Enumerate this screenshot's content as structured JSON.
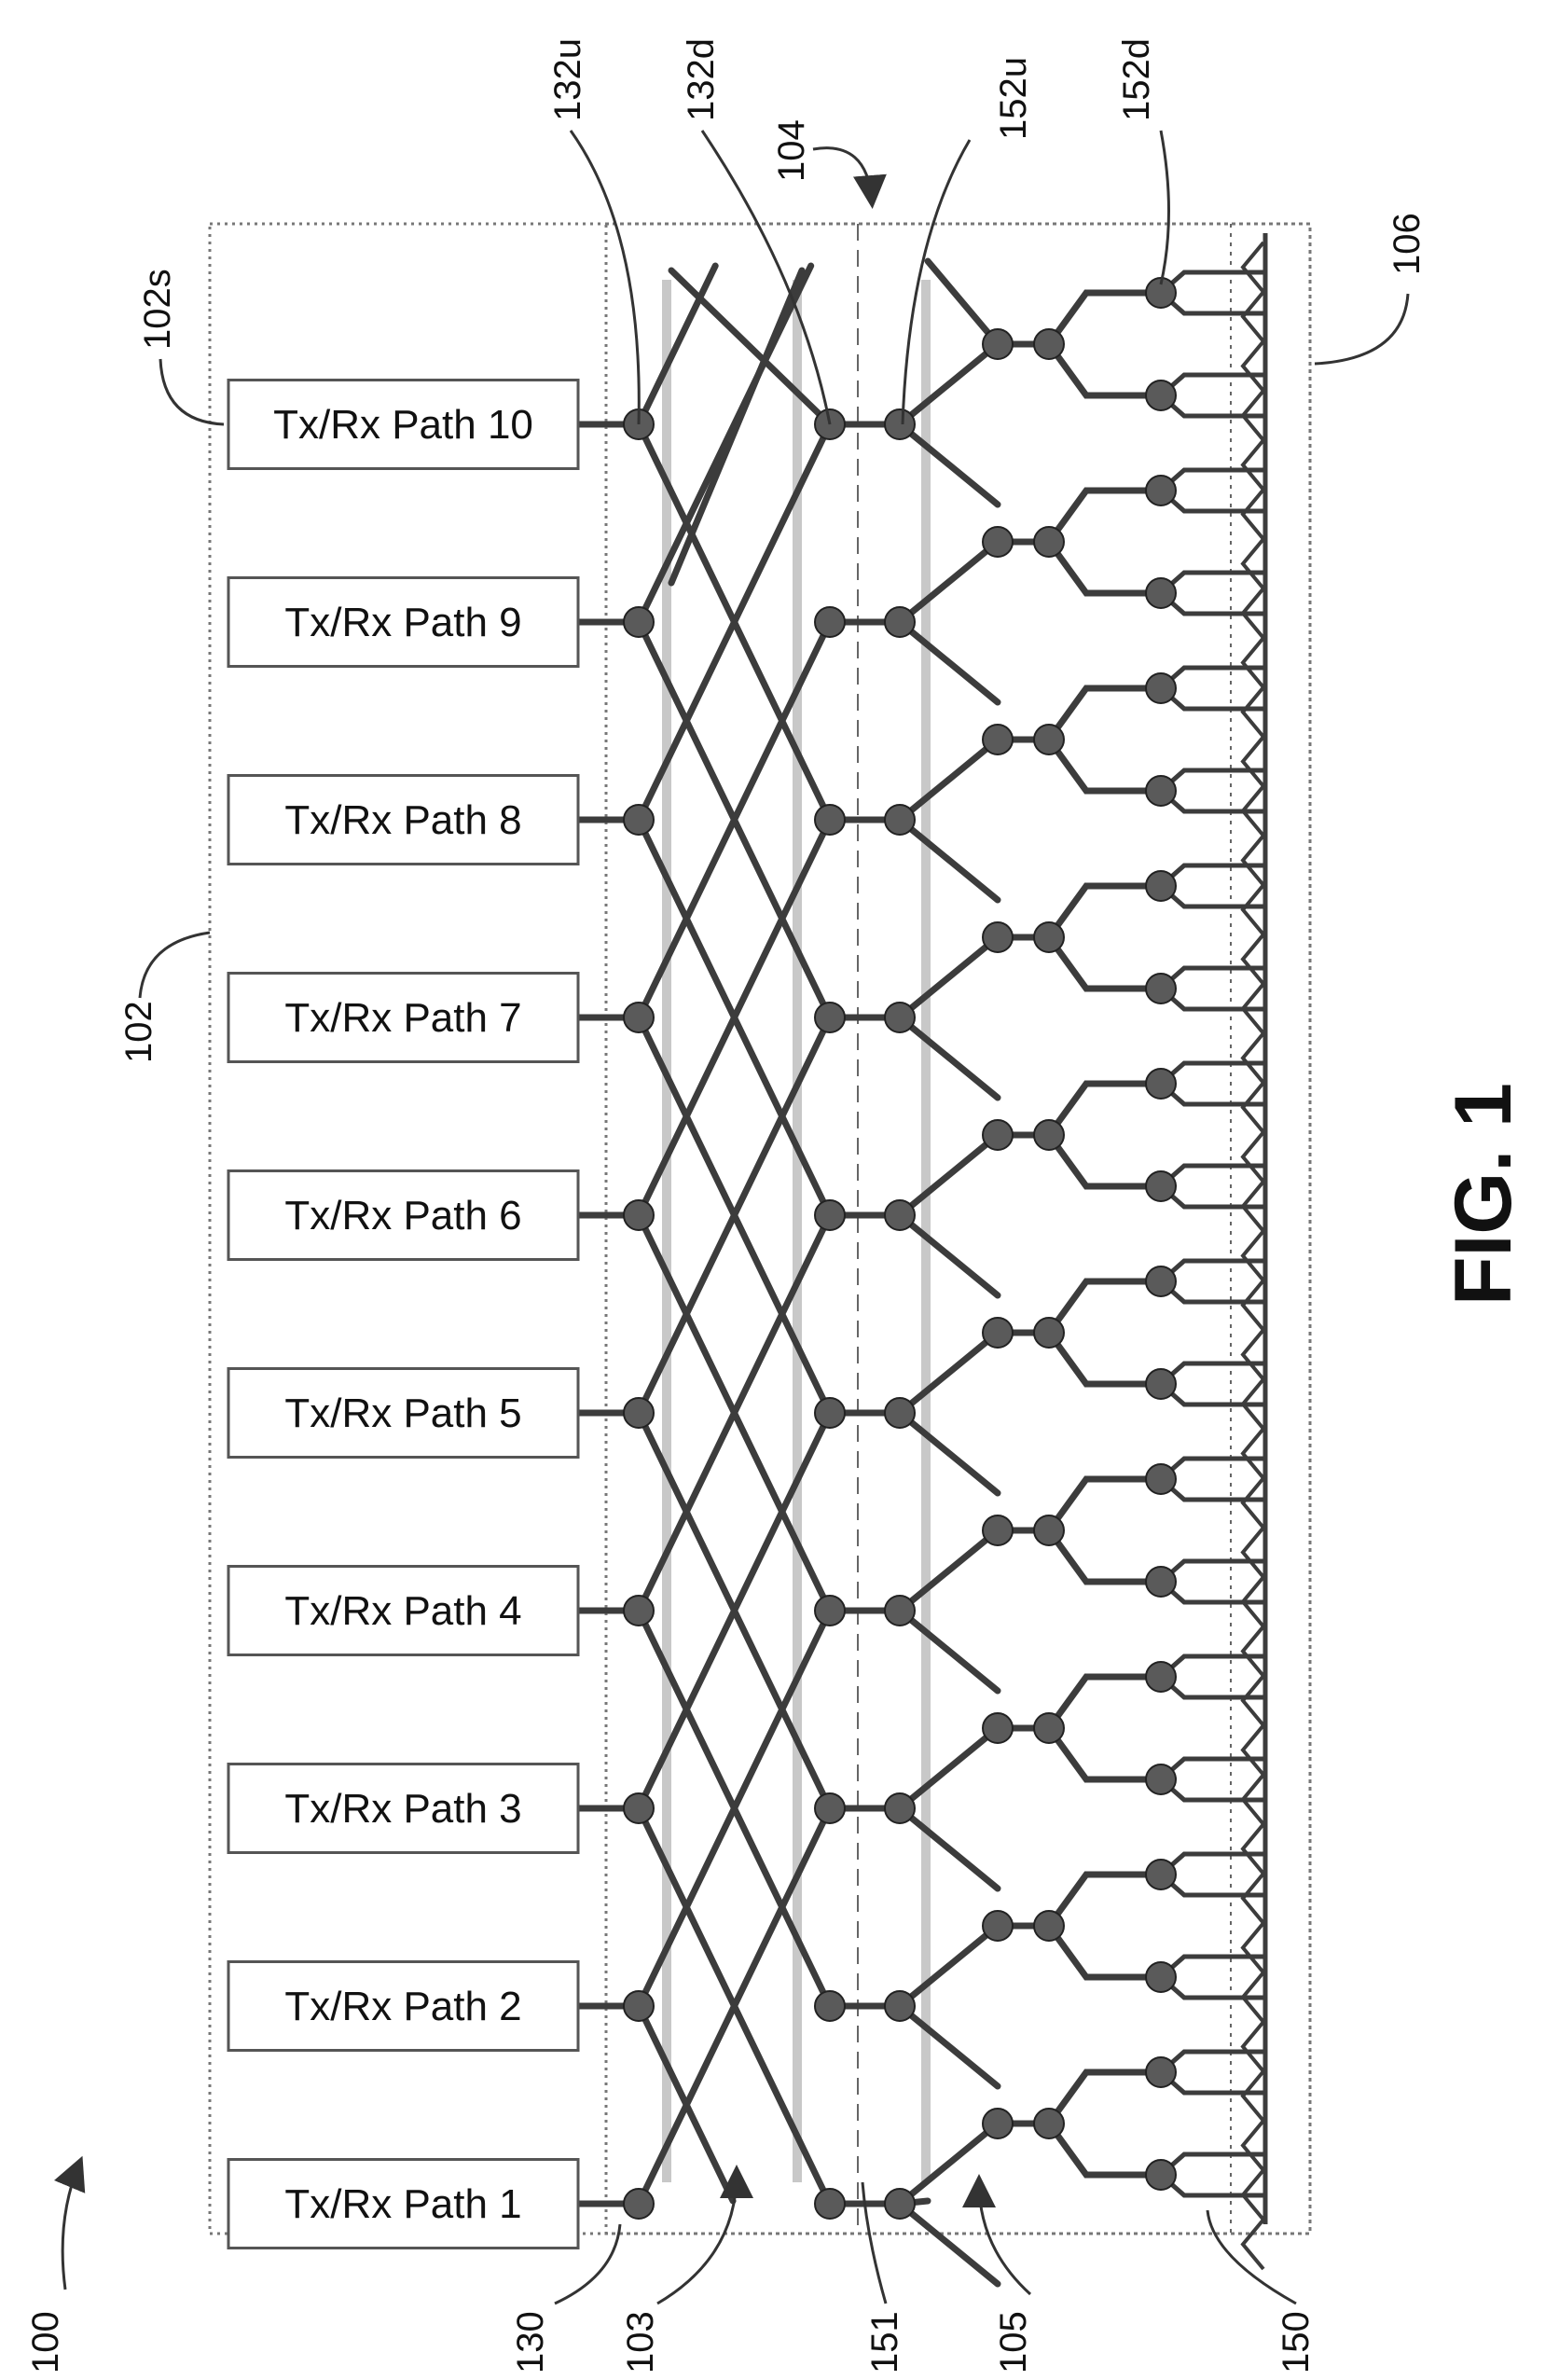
{
  "figure_label": "FIG. 1",
  "tx_rx_paths": [
    "Tx/Rx Path 1",
    "Tx/Rx Path 2",
    "Tx/Rx Path 3",
    "Tx/Rx Path 4",
    "Tx/Rx Path 5",
    "Tx/Rx Path 6",
    "Tx/Rx Path 7",
    "Tx/Rx Path 8",
    "Tx/Rx Path 9",
    "Tx/Rx Path 10"
  ],
  "references": {
    "system": "100",
    "block": "102",
    "path_block": "102s",
    "network_a": "103",
    "network_b": "104",
    "network_c": "105",
    "array": "106",
    "node_a": "130",
    "node_a_up": "132u",
    "node_a_down": "132d",
    "layer_boundary": "150",
    "node_b": "151",
    "node_b_up": "152u",
    "node_b_down": "152d"
  },
  "colors": {
    "line": "#3c3c3c",
    "node": "#5a5a5a",
    "boundary": "#777777",
    "shaded_band": "#c8c8c8"
  }
}
